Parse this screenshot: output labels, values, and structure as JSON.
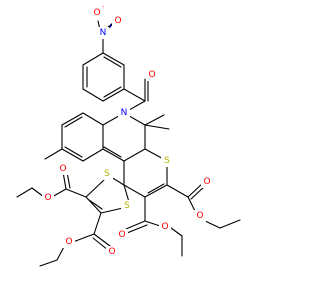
{
  "molecule": {
    "colors": {
      "bond": "#000000",
      "oxygen": "#ff0000",
      "nitrogen": "#0000ff",
      "sulfur": "#b2b200"
    },
    "atom_labels": {
      "nitro_o_minus": "O",
      "nitro_o_minus_charge": "-",
      "nitro_n": "N",
      "nitro_n_charge": "+",
      "nitro_o_double": "O",
      "amide_o": "O",
      "ring_n": "N",
      "ring_s": "S",
      "dithiole_s_left": "S",
      "dithiole_s_right": "S",
      "ester_right_o_carbonyl": "O",
      "ester_right_o_ether": "O",
      "ester_mid_o_ether": "O",
      "ester_mid_o_carbonyl": "O",
      "ester_left_o_ether": "O",
      "ester_left_o_carbonyl": "O",
      "ester_bottom_o_ether": "O",
      "ester_bottom_o_carbonyl": "O"
    }
  }
}
